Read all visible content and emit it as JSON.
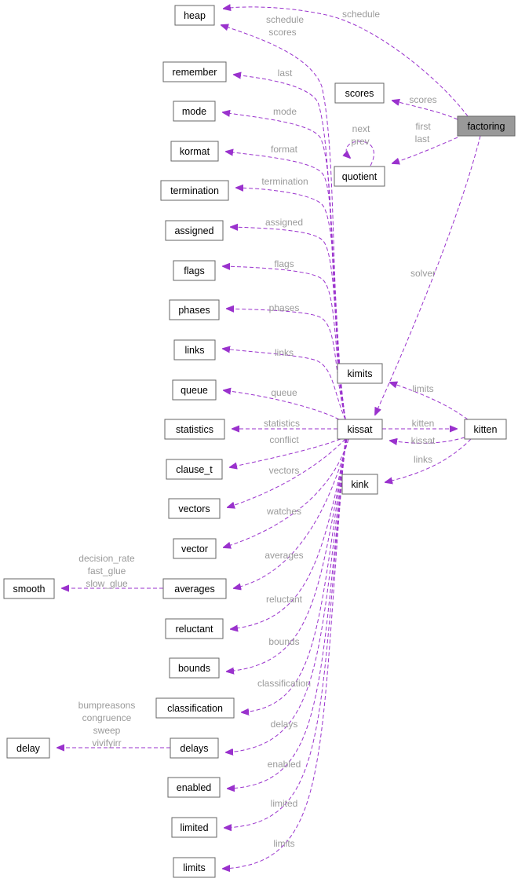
{
  "diagram": {
    "colors": {
      "edge": "#9a32cd",
      "edge_label": "#9a9a9a",
      "node_border": "#666666",
      "highlight_fill": "#999999"
    },
    "nodes": {
      "factoring": "factoring",
      "heap": "heap",
      "scores": "scores",
      "quotient": "quotient",
      "kissat": "kissat",
      "kitten": "kitten",
      "kimits": "kimits",
      "kink": "kink",
      "remember": "remember",
      "mode": "mode",
      "kormat": "kormat",
      "termination": "termination",
      "assigned": "assigned",
      "flags": "flags",
      "phases": "phases",
      "links": "links",
      "queue": "queue",
      "statistics": "statistics",
      "clause_t": "clause_t",
      "vectors": "vectors",
      "vector": "vector",
      "averages": "averages",
      "smooth": "smooth",
      "reluctant": "reluctant",
      "bounds": "bounds",
      "classification": "classification",
      "delays": "delays",
      "delay": "delay",
      "enabled": "enabled",
      "limited": "limited",
      "limits": "limits"
    },
    "edge_labels": {
      "factoring_heap": [
        "schedule"
      ],
      "factoring_scores": [
        "scores"
      ],
      "factoring_quotient": [
        "first",
        "last"
      ],
      "factoring_kissat": [
        "solver"
      ],
      "quotient_self": [
        "next",
        "prev"
      ],
      "kissat_heap": [
        "schedule",
        "scores"
      ],
      "kissat_remember": [
        "last"
      ],
      "kissat_mode": [
        "mode"
      ],
      "kissat_kormat": [
        "format"
      ],
      "kissat_termination": [
        "termination"
      ],
      "kissat_assigned": [
        "assigned"
      ],
      "kissat_flags": [
        "flags"
      ],
      "kissat_phases": [
        "phases"
      ],
      "kissat_links": [
        "links"
      ],
      "kissat_queue": [
        "queue"
      ],
      "kissat_statistics": [
        "statistics"
      ],
      "kissat_clause_t": [
        "conflict"
      ],
      "kissat_vectors": [
        "vectors"
      ],
      "kissat_vector": [
        "watches"
      ],
      "kissat_averages": [
        "averages"
      ],
      "kissat_reluctant": [
        "reluctant"
      ],
      "kissat_bounds": [
        "bounds"
      ],
      "kissat_classification": [
        "classification"
      ],
      "kissat_delays": [
        "delays"
      ],
      "kissat_enabled": [
        "enabled"
      ],
      "kissat_limited": [
        "limited"
      ],
      "kissat_limits": [
        "limits"
      ],
      "kissat_kitten": [
        "kitten"
      ],
      "kitten_kissat": [
        "kissat"
      ],
      "kitten_kimits": [
        "limits"
      ],
      "kitten_kink": [
        "links"
      ],
      "averages_smooth": [
        "decision_rate",
        "fast_glue",
        "slow_glue"
      ],
      "delays_delay": [
        "bumpreasons",
        "congruence",
        "sweep",
        "vivifyirr"
      ]
    }
  }
}
